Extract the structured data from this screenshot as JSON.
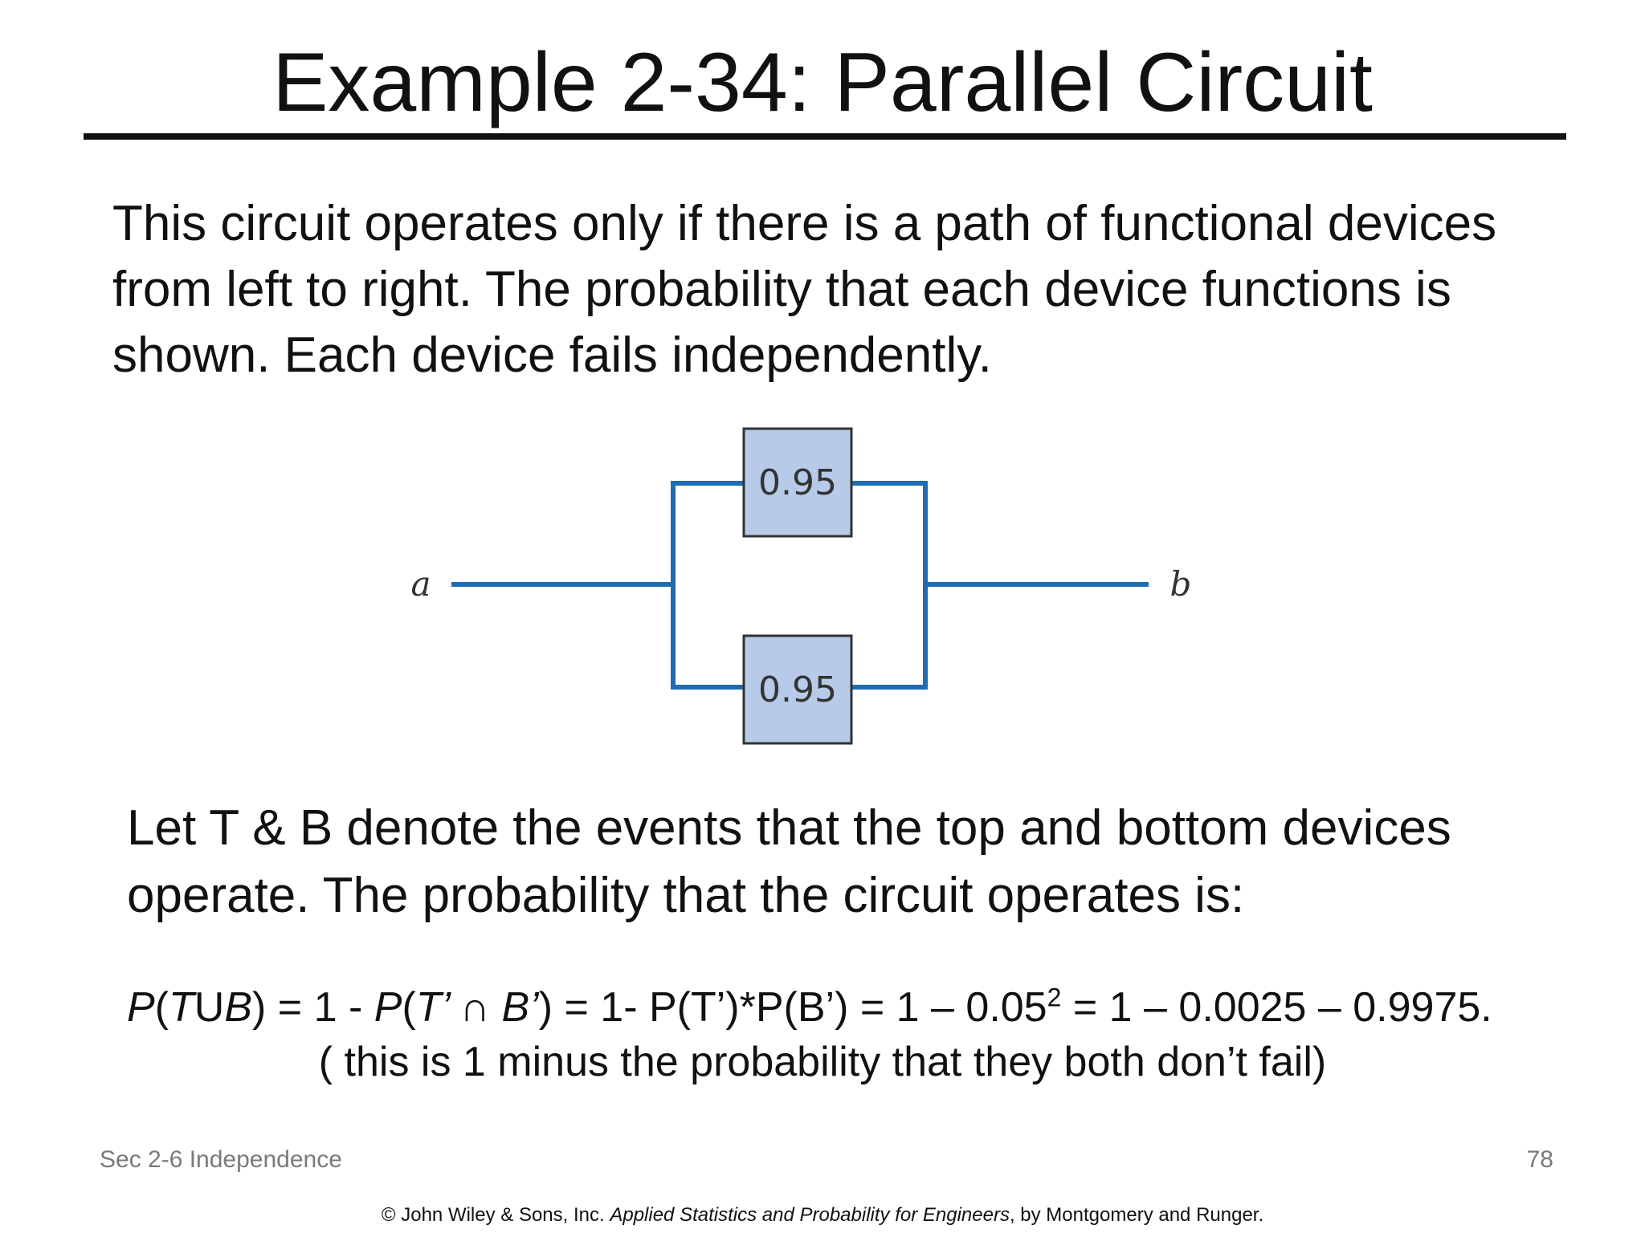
{
  "slide": {
    "title": "Example 2-34:  Parallel Circuit"
  },
  "intro": {
    "lines": [
      "This circuit operates only if there is a path of functional devices",
      "from left to right.  The probability that each device functions is",
      "shown.  Each device fails independently."
    ]
  },
  "diagram": {
    "left_node": "a",
    "right_node": "b",
    "top_device": "0.95",
    "bottom_device": "0.95",
    "wire_color": "#1f6cb3",
    "box_fill": "#b7cbe9"
  },
  "explanation": {
    "lines": [
      "Let T & B denote the events that the top and bottom devices",
      "operate.  The probability that the circuit operates is:"
    ]
  },
  "formula": {
    "p1": "P",
    "p1_open": "(",
    "t1": "T",
    "union": "U",
    "b1": "B",
    "part2": ") = 1 - ",
    "p2": "P",
    "p2_open": "(",
    "t2": "T’ ∩ B’",
    "part3": ") = 1- P(T’)*P(B’) = 1 – 0.05",
    "exponent": "2",
    "part4": " = 1 – 0.0025 – 0.9975.",
    "note": "( this is 1 minus the probability that they both don’t fail)"
  },
  "footer": {
    "section": "Sec 2-6 Independence",
    "page_number": "78",
    "copyright_prefix": "© John Wiley & Sons, Inc.  ",
    "copyright_book": "Applied Statistics and Probability for Engineers",
    "copyright_suffix": ", by Montgomery and Runger."
  }
}
